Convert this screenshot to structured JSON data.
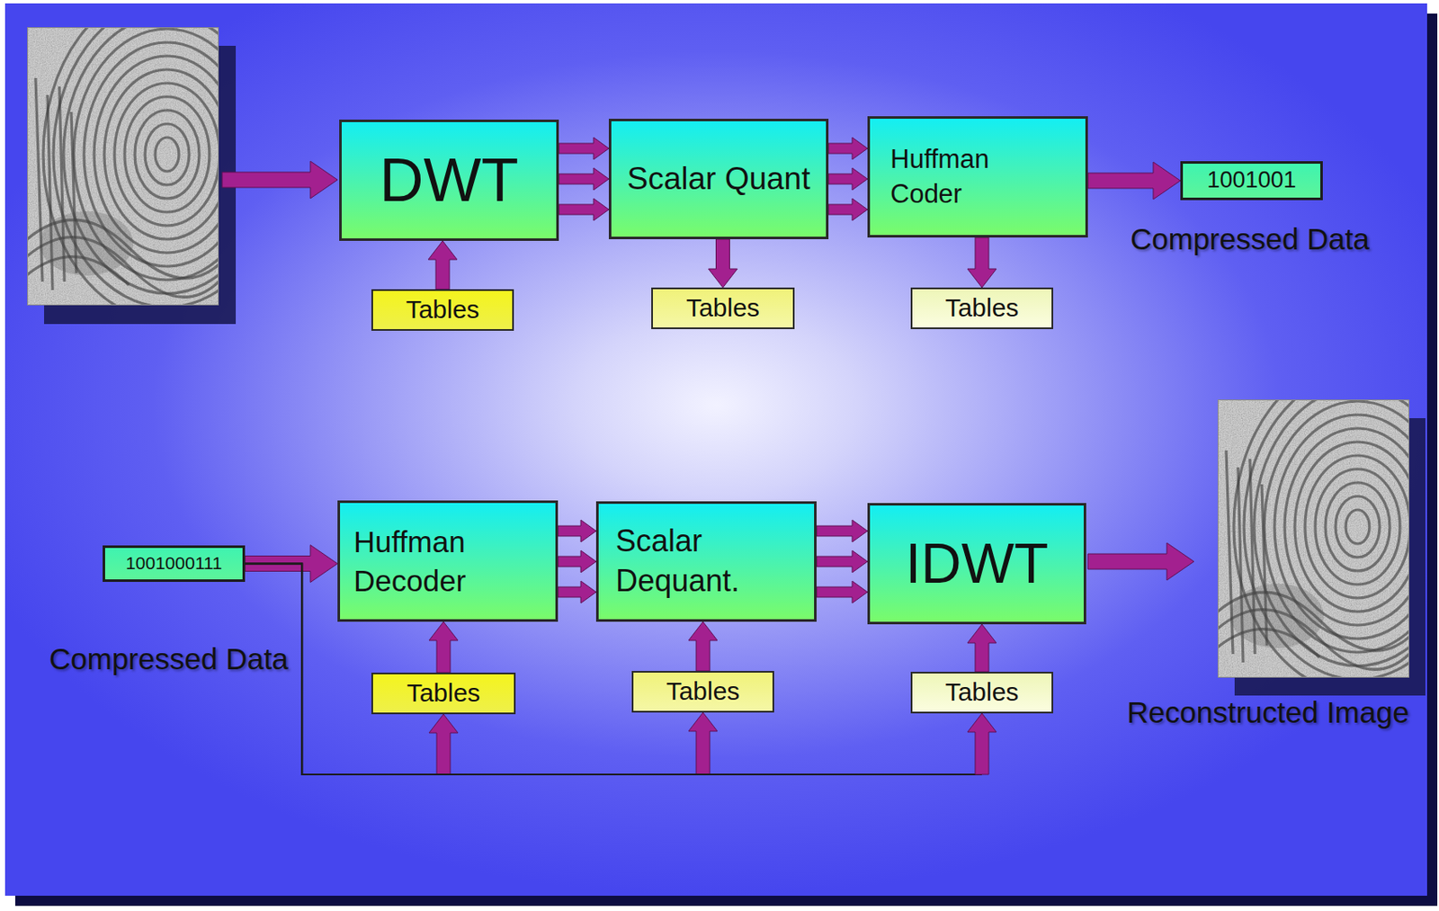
{
  "diagram": {
    "nodes": [
      {
        "text": [
          "DWT"
        ]
      },
      {
        "text": [
          "Scalar Quant"
        ]
      },
      {
        "text": [
          "Huffman Coder"
        ]
      },
      {
        "text": [
          "1001001"
        ]
      },
      {
        "text": [
          "Tables"
        ]
      },
      {
        "text": [
          "Tables"
        ]
      },
      {
        "text": [
          "Tables"
        ]
      },
      {
        "text": [
          "1001000111"
        ]
      },
      {
        "text": [
          "Huffman Decoder"
        ]
      },
      {
        "text": [
          "Scalar Dequant."
        ]
      },
      {
        "text": [
          "IDWT"
        ]
      },
      {
        "text": [
          "Tables"
        ]
      },
      {
        "text": [
          "Tables"
        ]
      },
      {
        "text": [
          "Tables"
        ]
      }
    ],
    "edges": [
      {
        "from": 0,
        "to": 1,
        "arrow": "to"
      },
      {
        "from": 0,
        "to": 1,
        "arrow": "to"
      },
      {
        "from": 0,
        "to": 1,
        "arrow": "to"
      },
      {
        "from": 1,
        "to": 2,
        "arrow": "to"
      },
      {
        "from": 1,
        "to": 2,
        "arrow": "to"
      },
      {
        "from": 1,
        "to": 2,
        "arrow": "to"
      },
      {
        "from": 2,
        "to": 3,
        "arrow": "to"
      },
      {
        "from": 4,
        "to": 0,
        "arrow": "to"
      },
      {
        "from": 1,
        "to": 5,
        "arrow": "to"
      },
      {
        "from": 2,
        "to": 6,
        "arrow": "to"
      },
      {
        "from": 7,
        "to": 8,
        "arrow": "to"
      },
      {
        "from": 8,
        "to": 9,
        "arrow": "to"
      },
      {
        "from": 8,
        "to": 9,
        "arrow": "to"
      },
      {
        "from": 8,
        "to": 9,
        "arrow": "to"
      },
      {
        "from": 9,
        "to": 10,
        "arrow": "to"
      },
      {
        "from": 9,
        "to": 10,
        "arrow": "to"
      },
      {
        "from": 9,
        "to": 10,
        "arrow": "to"
      },
      {
        "from": 11,
        "to": 8,
        "arrow": "to"
      },
      {
        "from": 12,
        "to": 9,
        "arrow": "to"
      },
      {
        "from": 13,
        "to": 10,
        "arrow": "to"
      },
      {
        "from": 7,
        "to": 11,
        "arrow": "to"
      },
      {
        "from": 7,
        "to": 12,
        "arrow": "to"
      },
      {
        "from": 7,
        "to": 13,
        "arrow": "to"
      }
    ],
    "labels": [
      "Compressed Data",
      "Compressed Data",
      "Reconstructed Image"
    ]
  }
}
